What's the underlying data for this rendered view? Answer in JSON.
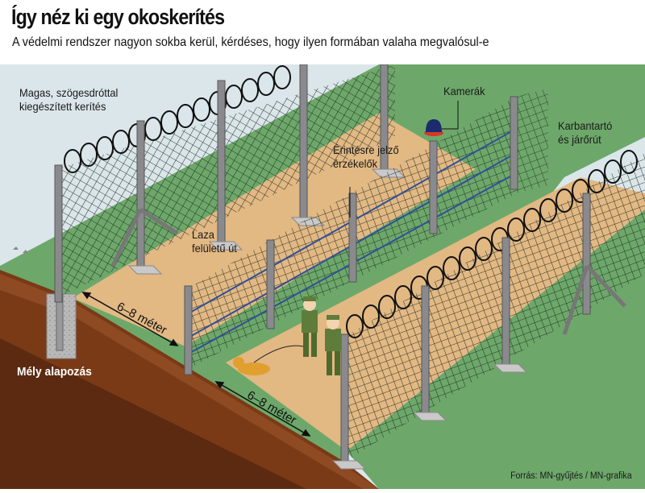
{
  "header": {
    "title": "Így néz ki egy okoskerítés",
    "subtitle": "A védelmi rendszer nagyon sokba kerül, kérdéses, hogy ilyen formában valaha megvalósul-e"
  },
  "labels": {
    "high_fence_line1": "Magas, szögesdróttal",
    "high_fence_line2": "kiegészített kerítés",
    "cameras": "Kamerák",
    "sensors_line1": "Érintésre jelző",
    "sensors_line2": "érzékelők",
    "maintenance_line1": "Karbantartó",
    "maintenance_line2": "és járőrút",
    "loose_road_line1": "Laza",
    "loose_road_line2": "felületű út",
    "deep_foundation": "Mély alapozás",
    "distance_1": "6–8 méter",
    "distance_2": "6–8 méter"
  },
  "footer": {
    "source": "Forrás: MN-gyűjtés / MN-grafika"
  },
  "colors": {
    "sky": "#dbe6ea",
    "grass": "#6da86a",
    "grass_dark": "#5a9658",
    "sand": "#e2b883",
    "soil": "#7a3a16",
    "soil_dark": "#5c2a10",
    "post": "#8a8a8e",
    "camera": "#1c2a6e",
    "camera_ring": "#d43a2a",
    "dog": "#e0a030",
    "soldier": "#5f7d3a"
  }
}
